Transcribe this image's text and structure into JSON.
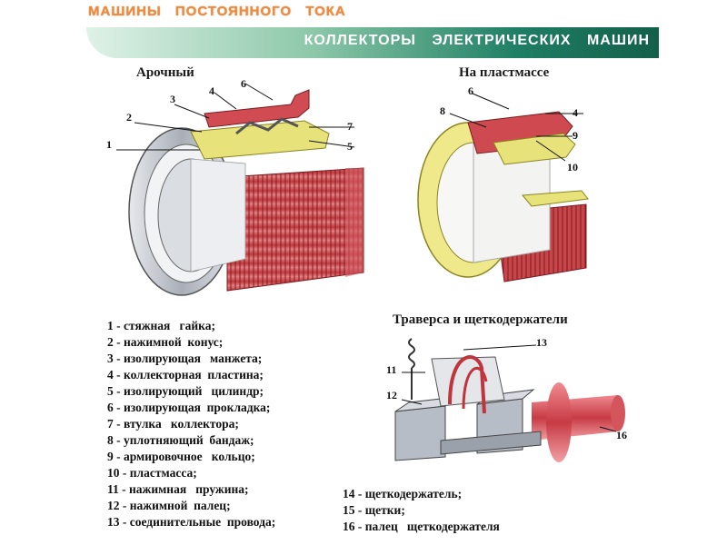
{
  "header": {
    "top_title": "МАШИНЫ  ПОСТОЯННОГО  ТОКА",
    "banner_title": "КОЛЛЕКТОРЫ  ЭЛЕКТРИЧЕСКИХ  МАШИН"
  },
  "diagrams": {
    "arched": {
      "title": "Арочный",
      "callouts": [
        "1",
        "2",
        "3",
        "4",
        "5",
        "6",
        "7"
      ]
    },
    "plastic": {
      "title": "На пластмассе",
      "callouts": [
        "4",
        "6",
        "8",
        "9",
        "10"
      ]
    },
    "traverse": {
      "title": "Траверса  и  щеткодержатели",
      "callouts": [
        "11",
        "12",
        "13",
        "16"
      ]
    }
  },
  "legend_left": [
    "1 - стяжная   гайка;",
    "2 - нажимной  конус;",
    "3 - изолирующая   манжета;",
    "4 - коллекторная  пластина;",
    "5 - изолирующий   цилиндр;",
    "6 - изолирующая  прокладка;",
    "7 - втулка   коллектора;",
    "8 - уплотняющий  бандаж;",
    "9 - армировочное   кольцо;",
    "10 - пластмасса;",
    "11 - нажимная   пружина;",
    "12 - нажимной  палец;",
    "13 - соединительные  провода;"
  ],
  "legend_right": [
    "14 - щеткодержатель;",
    "15 - щетки;",
    "16 - палец   щеткодержателя"
  ],
  "colors": {
    "title_orange": "#f08a3c",
    "banner_green": "#1f7f64",
    "copper_red": "#c8464a",
    "insulation_yellow": "#e8e27a",
    "steel_gray": "#b8bcc4"
  }
}
